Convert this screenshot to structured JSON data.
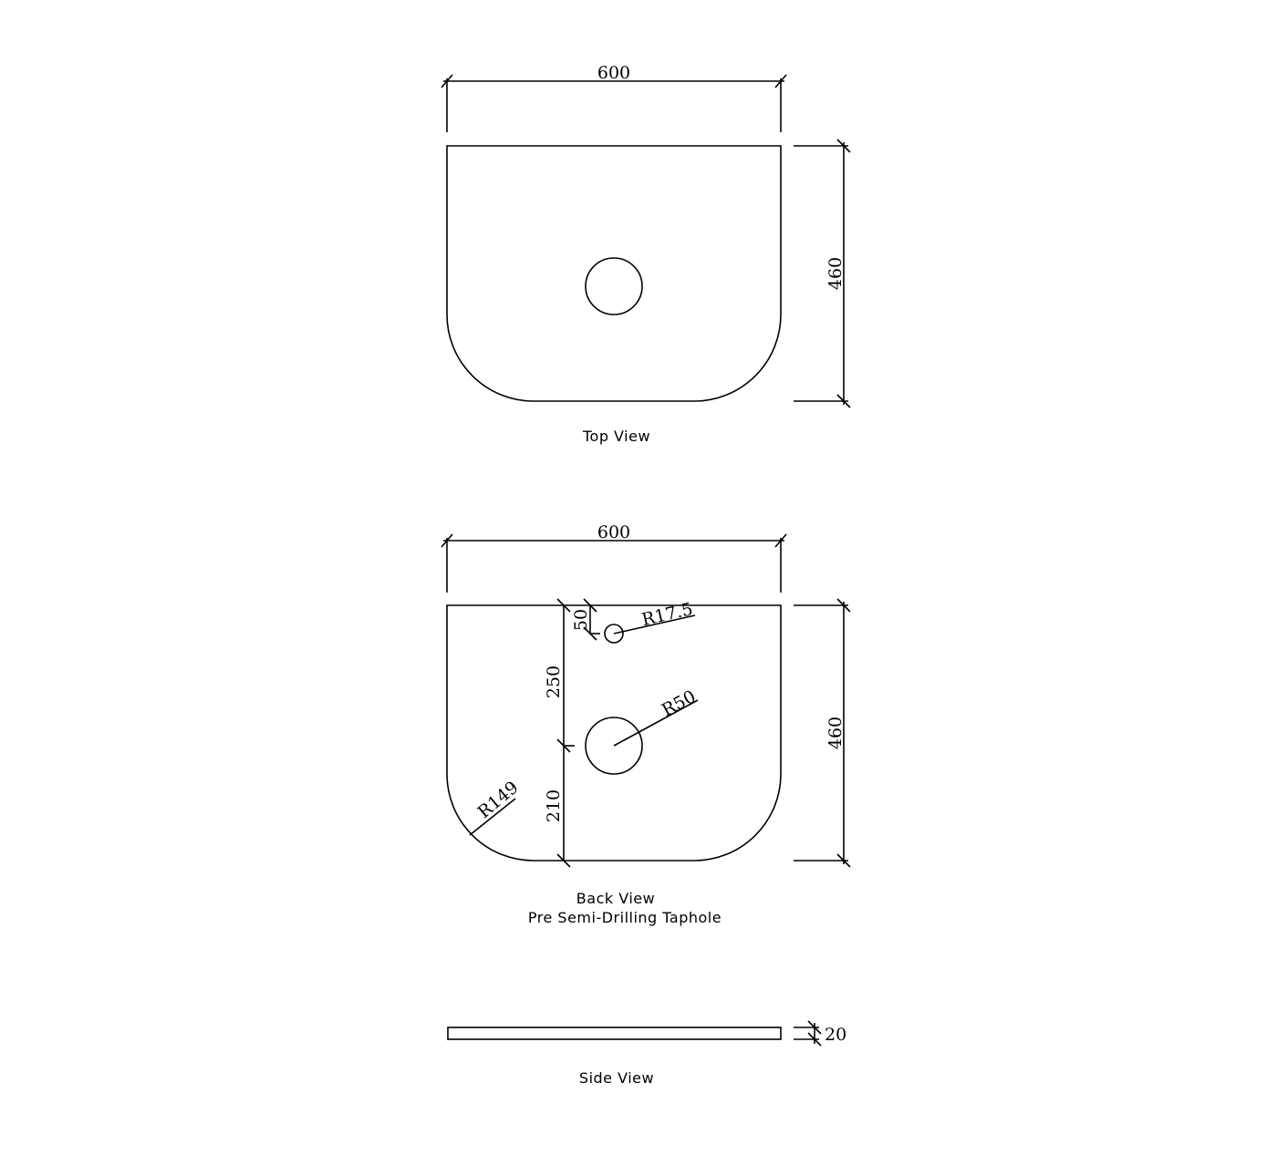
{
  "top_view": {
    "label": "Top View",
    "width_dim": "600",
    "depth_dim": "460"
  },
  "back_view": {
    "label": "Back View",
    "sublabel": "Pre Semi-Drilling Taphole",
    "width_dim": "600",
    "depth_dim": "460",
    "taphole_offset_dim": "50",
    "taphole_radius": "R17.5",
    "waste_offset_dim": "250",
    "waste_radius": "R50",
    "front_offset_dim": "210",
    "corner_radius": "R149"
  },
  "side_view": {
    "label": "Side View",
    "thickness_dim": "20"
  }
}
